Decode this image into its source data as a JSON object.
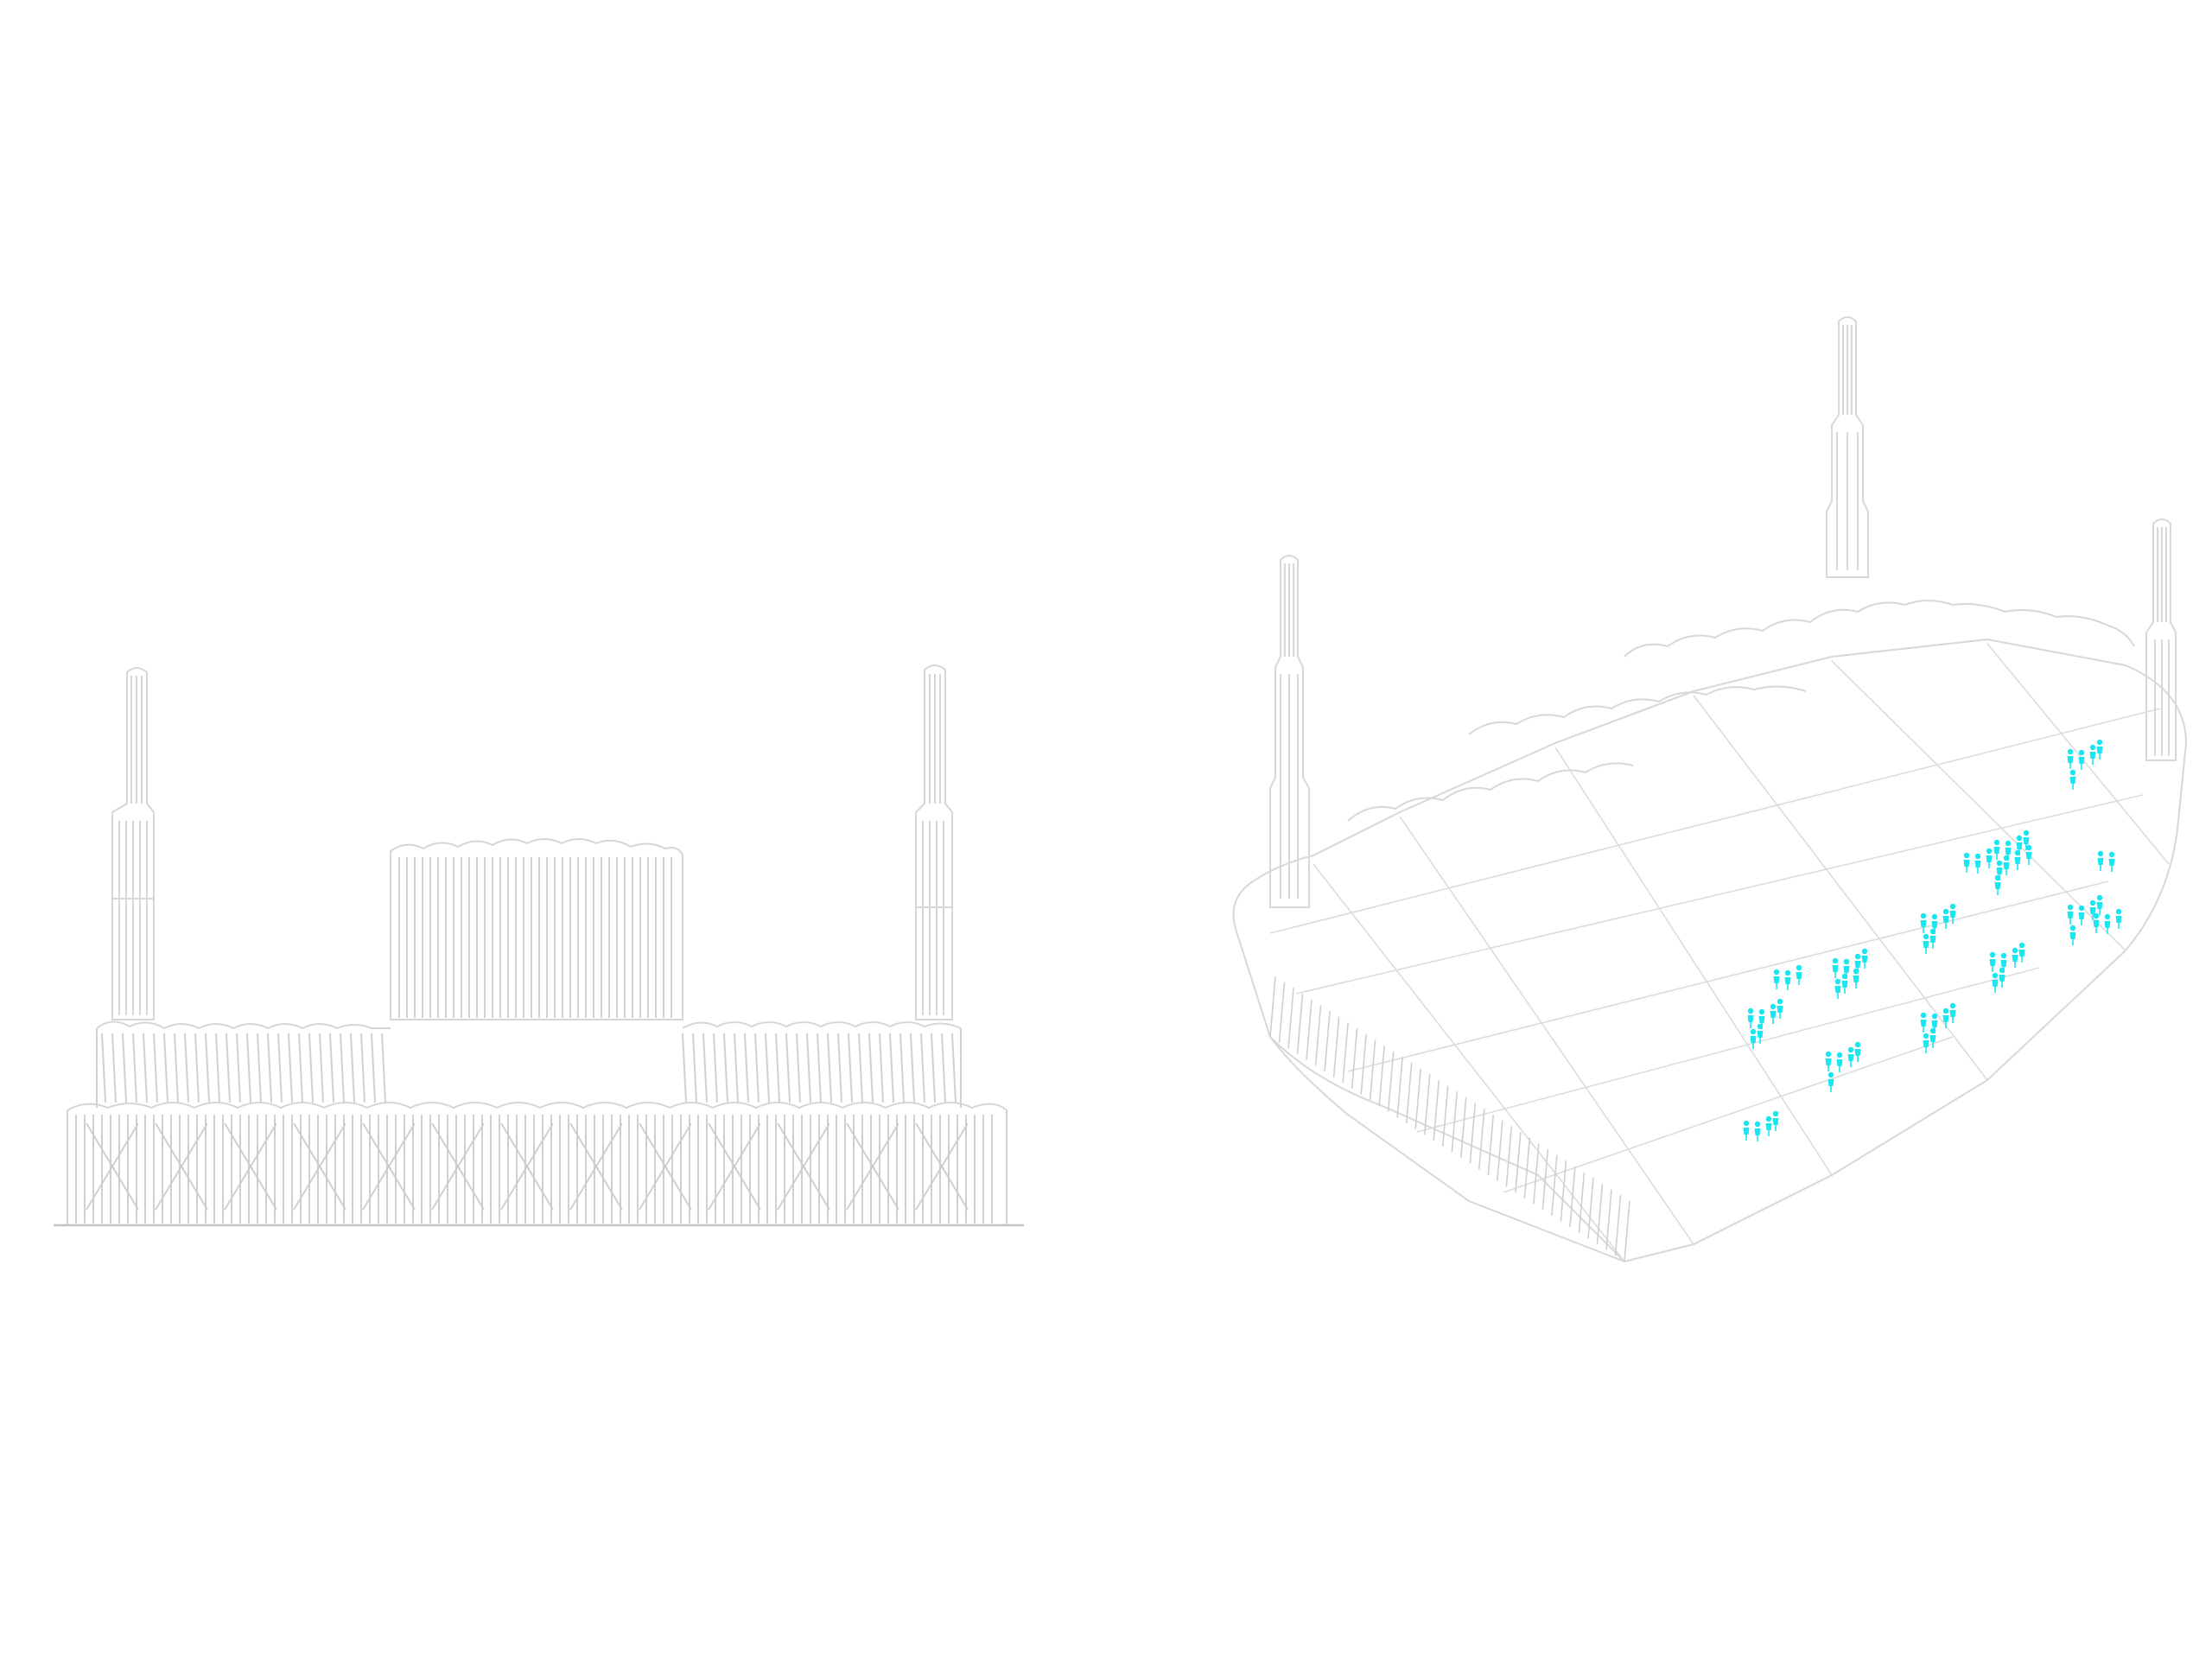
{
  "drawing": {
    "views": [
      {
        "id": "elevation",
        "description_visible": false
      },
      {
        "id": "axonometric",
        "description_visible": false
      }
    ],
    "colors": {
      "background": "#ffffff",
      "linework": "#d6d6d6",
      "linework_dark": "#b8b8b8",
      "accent_people": "#19e6f0"
    },
    "people_groups": 14
  }
}
